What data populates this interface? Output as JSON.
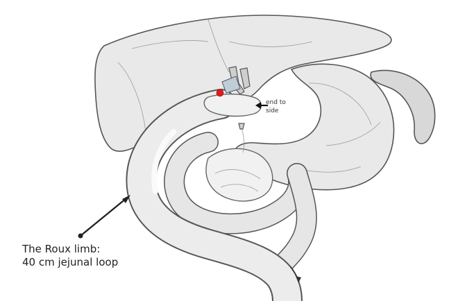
{
  "labels": {
    "roux_line1": "The Roux limb:",
    "roux_line2": "40 cm jejunal loop",
    "anast_line1": "end to",
    "anast_line2": "side"
  },
  "colors": {
    "marker_red": "#e01b1b",
    "organ_fill": "#e9e9e9",
    "outline": "#555555"
  }
}
